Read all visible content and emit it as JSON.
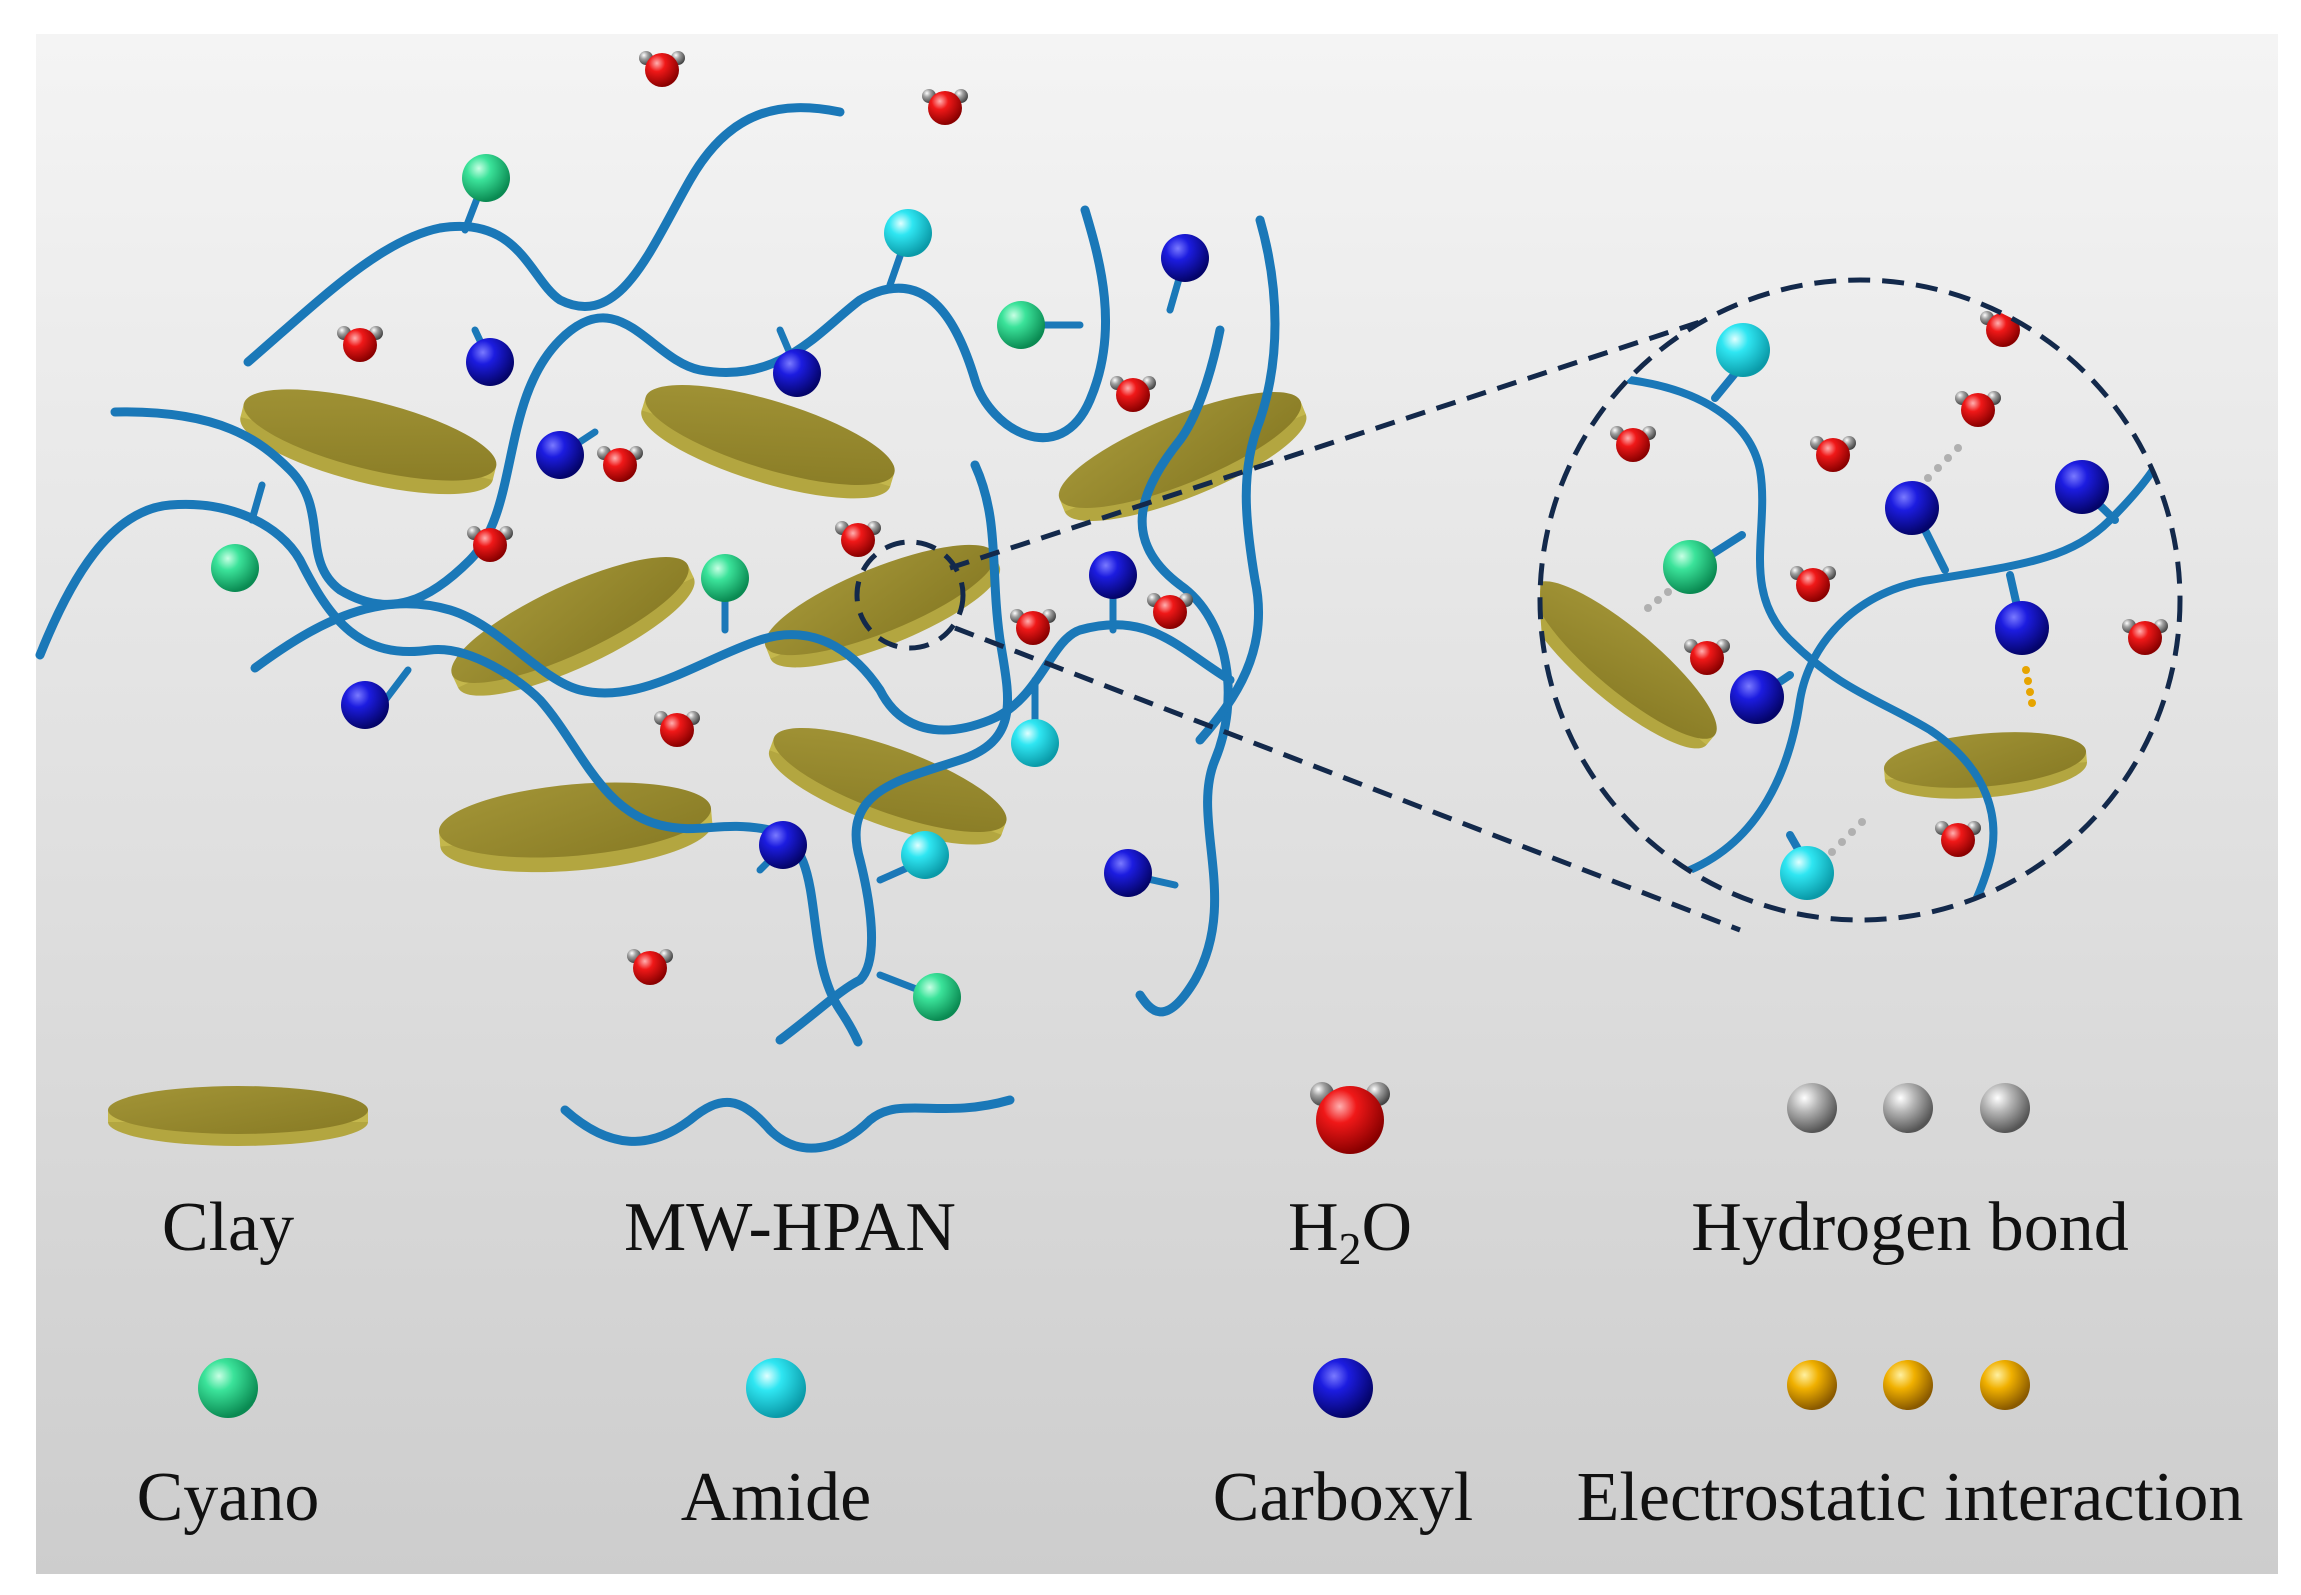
{
  "colors": {
    "background_top": "#f3f3f3",
    "background_bottom": "#cfcfcf",
    "polymer_chain": "#1a78b8",
    "clay_top": "#a89a3c",
    "clay_side": "#c8bb52",
    "cyano": "#22d38a",
    "amide": "#22e1ef",
    "carboxyl": "#1616c8",
    "water_oxygen": "#e01414",
    "water_hydrogen": "#8a8a8a",
    "hydrogen_bond": "#b0b0b0",
    "electrostatic": "#e6a400",
    "dashed_outline": "#13294b"
  },
  "legend": {
    "clay": "Clay",
    "mw_hpan": "MW-HPAN",
    "h2o_main": "H",
    "h2o_sub": "2",
    "h2o_tail": "O",
    "hydrogen_bond": "Hydrogen bond",
    "cyano": "Cyano",
    "amide": "Amide",
    "carboxyl": "Carboxyl",
    "electrostatic_interaction": "Electrostatic interaction"
  },
  "icons": {
    "clay": "clay-disk-icon",
    "chain": "wavy-chain-icon",
    "water": "water-molecule-icon",
    "hbond": "grey-dots-icon",
    "cyano": "green-sphere-icon",
    "amide": "cyan-sphere-icon",
    "carboxyl": "blue-sphere-icon",
    "electrostatic": "orange-dots-icon"
  }
}
